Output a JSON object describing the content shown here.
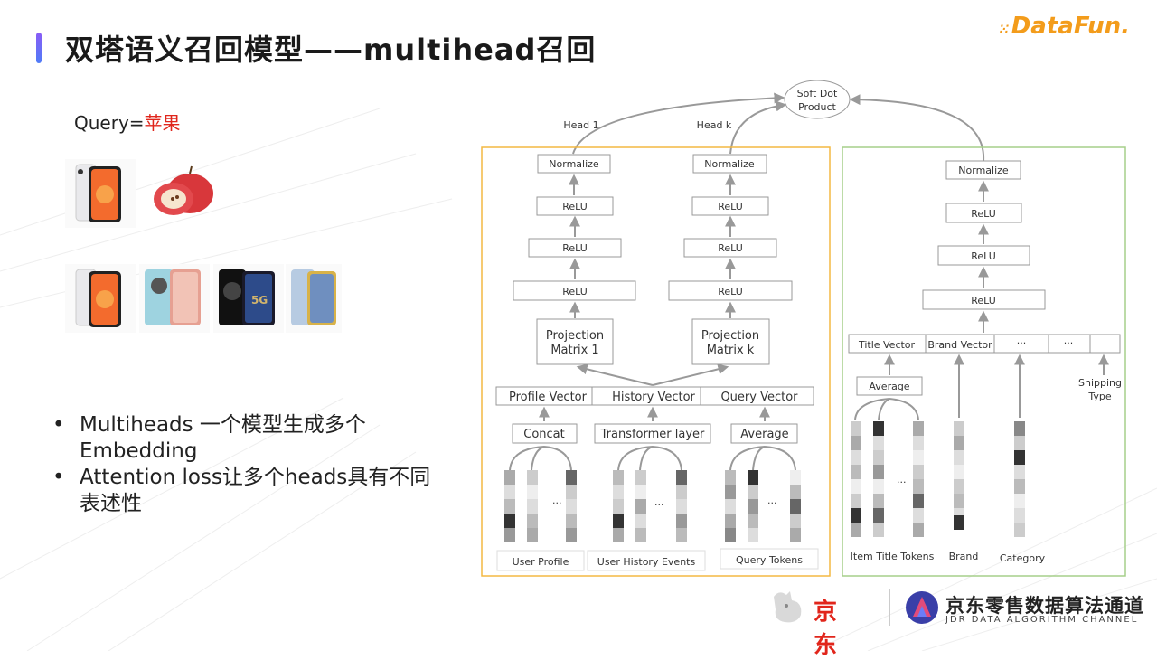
{
  "slide": {
    "title": "双塔语义召回模型——multihead召回",
    "logo": "DataFun.",
    "query_prefix": "Query=",
    "query_keyword": "苹果",
    "bullets": [
      "Multiheads 一个模型生成多个Embedding",
      "Attention loss让多个heads具有不同表述性"
    ],
    "bullet_symbol": "•"
  },
  "images": {
    "row1": [
      "phone-image",
      "apple-fruit-image"
    ],
    "row2": [
      "phone-image",
      "phone-image",
      "phone-image",
      "phone-image"
    ]
  },
  "diagram": {
    "top_node": [
      "Soft Dot",
      "Product"
    ],
    "head_labels": [
      "Head 1",
      "Head k"
    ],
    "query_tower": {
      "border_color": "#f4b942",
      "normalize": "Normalize",
      "relu": "ReLU",
      "projection_1": [
        "Projection",
        "Matrix 1"
      ],
      "projection_k": [
        "Projection",
        "Matrix k"
      ],
      "vectors": [
        "Profile Vector",
        "History Vector",
        "Query Vector"
      ],
      "encoders": [
        "Concat",
        "Transformer layer",
        "Average"
      ],
      "ellipsis": "...",
      "inputs": [
        "User Profile",
        "User History Events",
        "Query Tokens"
      ]
    },
    "item_tower": {
      "border_color": "#a6cf8a",
      "normalize": "Normalize",
      "relu": "ReLU",
      "vectors": [
        "Title Vector",
        "Brand Vector",
        "...",
        "..."
      ],
      "average": "Average",
      "shipping": [
        "Shipping",
        "Type"
      ],
      "ellipsis": "...",
      "inputs": [
        "Item Title Tokens",
        "Brand",
        "Category"
      ]
    }
  },
  "footer": {
    "brand": "京东",
    "channel_name": "京东零售数据算法通道",
    "channel_en": "JDR DATA ALGORITHM CHANNEL"
  },
  "colors": {
    "title_bar": "#6a6cf6",
    "query_keyword": "#e0261c",
    "jd_red": "#e1251b",
    "logo_orange": "#f39c1b"
  }
}
